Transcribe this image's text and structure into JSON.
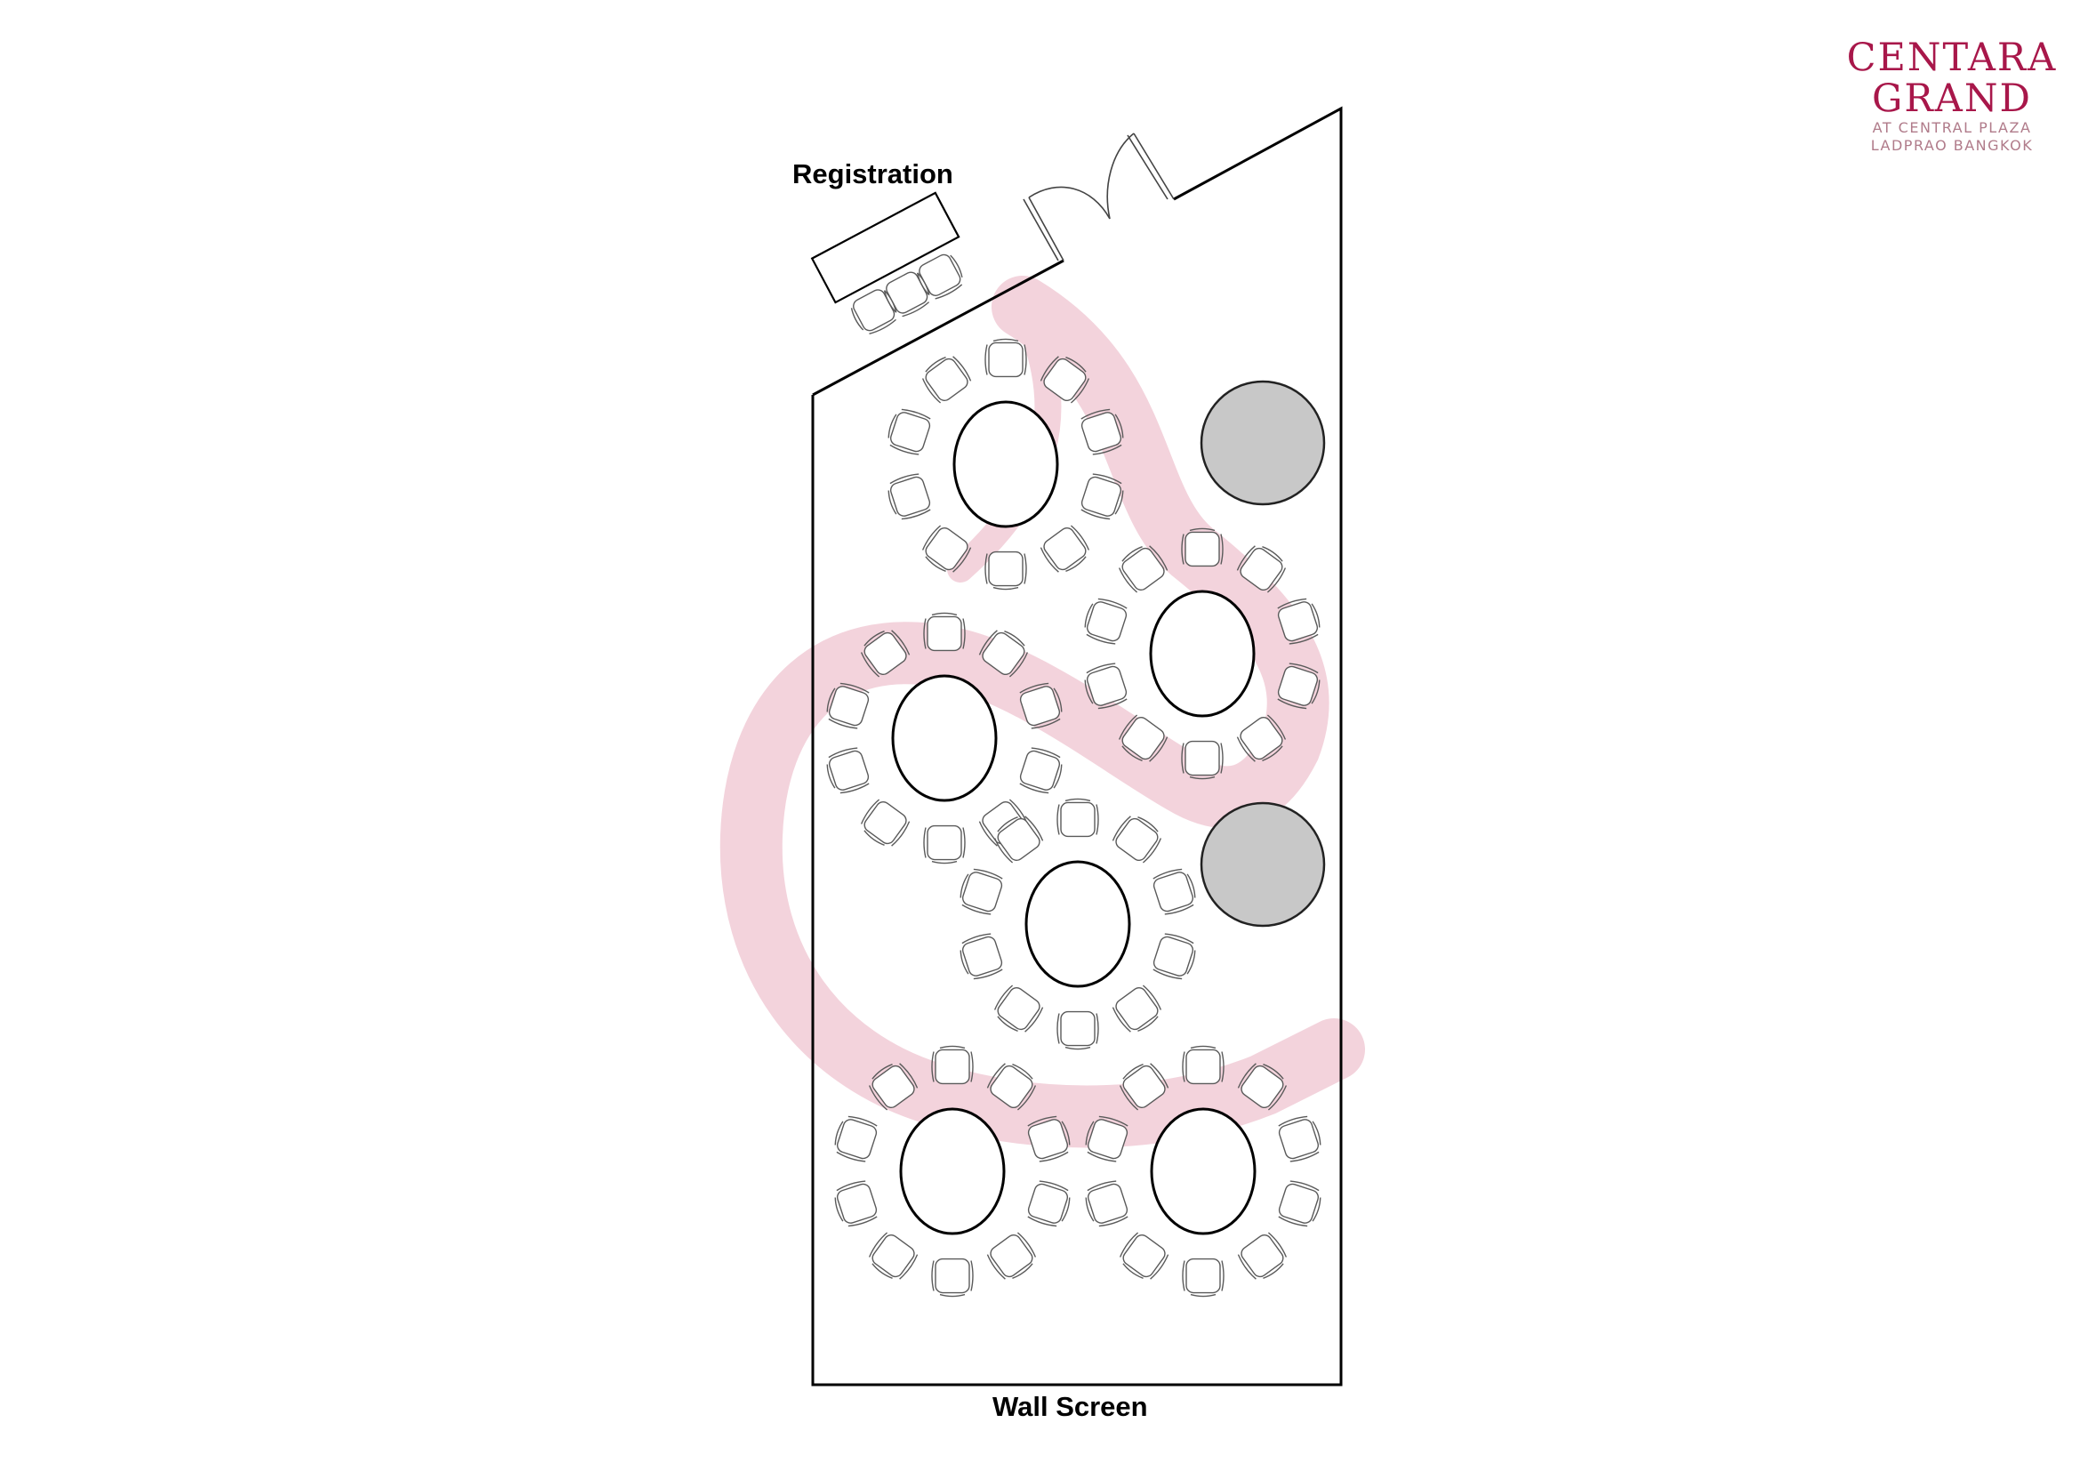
{
  "labels": {
    "registration": "Registration",
    "wall_screen": "Wall Screen"
  },
  "logo": {
    "line1": "CENTARA",
    "line2": "GRAND",
    "line3": "AT CENTRAL PLAZA",
    "line4": "LADPRAO BANGKOK"
  },
  "colors": {
    "brand": "#a8174a",
    "brand_sub": "#b07b8a",
    "watermark": "#f3d3dc",
    "wall": "#000000",
    "furniture": "#5a5a5a",
    "pillar_fill": "#c8c8c8"
  },
  "tables": {
    "round_tables": 6,
    "chairs_per_table": 10
  },
  "pillars": 2,
  "registration": {
    "tables": 1,
    "chairs": 3
  }
}
